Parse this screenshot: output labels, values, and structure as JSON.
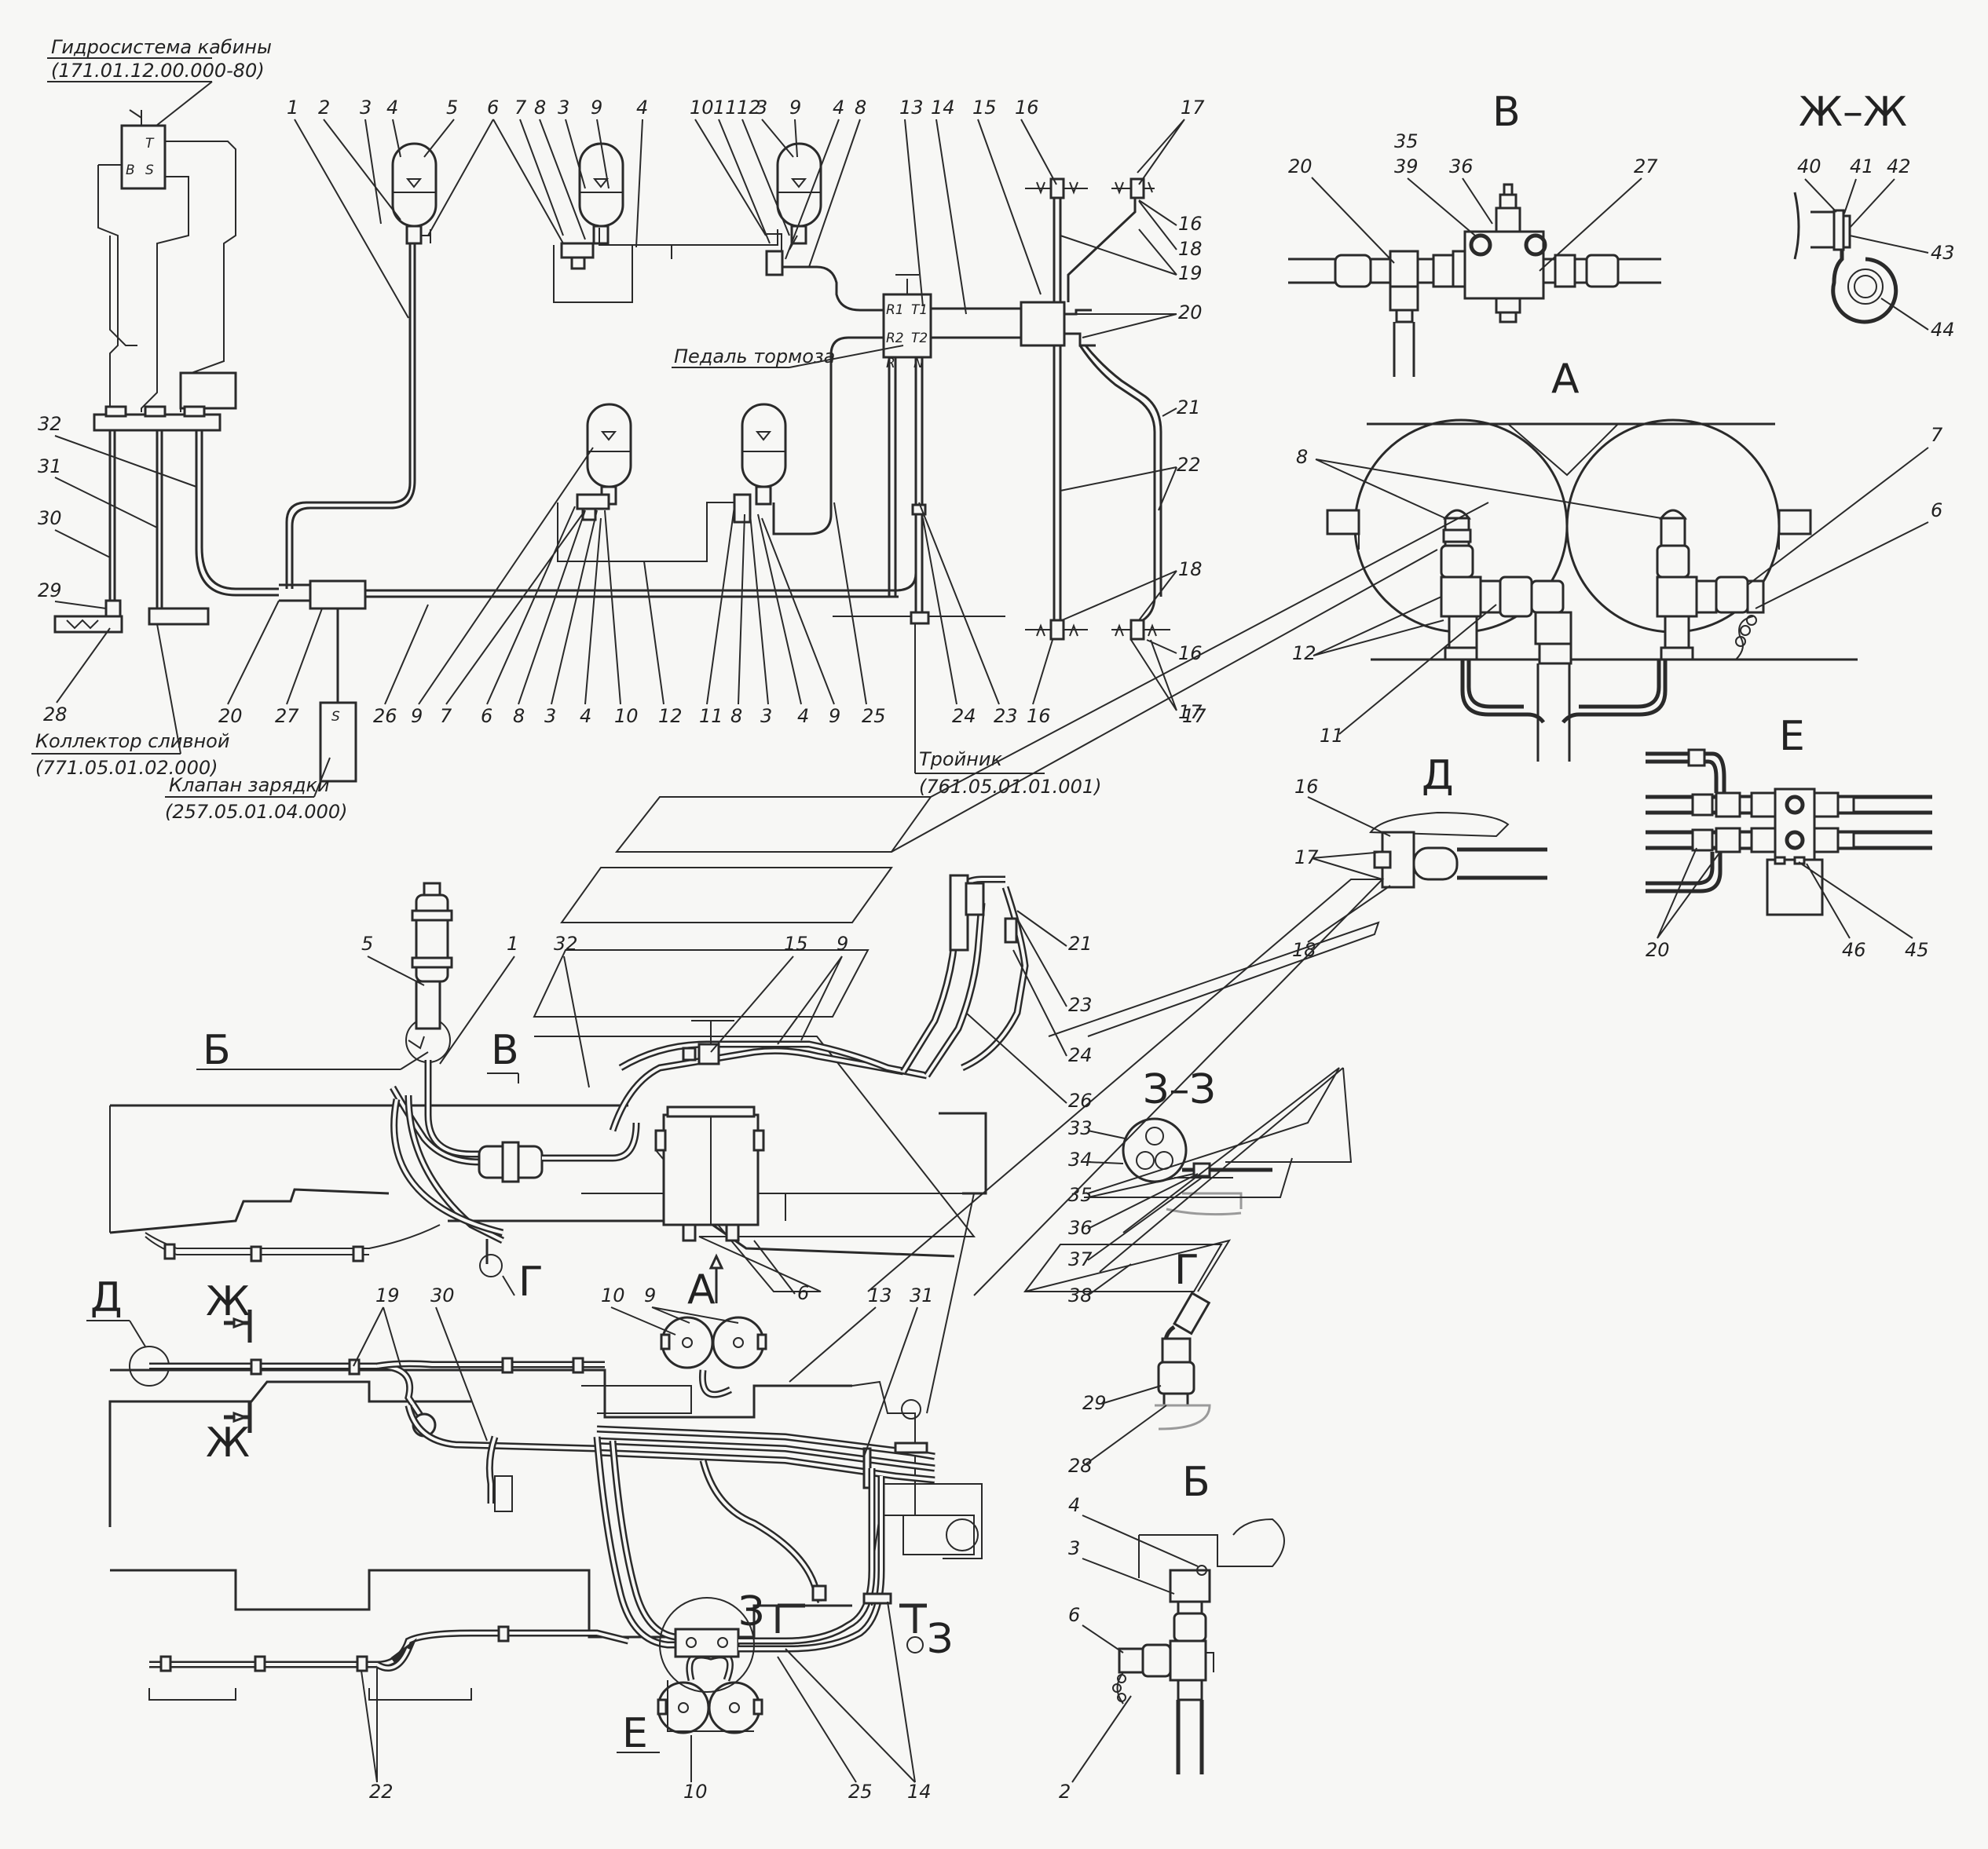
{
  "labels": {
    "cab_hydraulics": "Гидросистема кабины",
    "cab_hydraulics_code": "(171.01.12.00.000-80)",
    "brake_pedal": "Педаль тормоза",
    "drain_collector": "Коллектор сливной",
    "drain_collector_code": "(771.05.01.02.000)",
    "charge_valve": "Клапан зарядки",
    "charge_valve_code": "(257.05.01.04.000)",
    "tee": "Тройник",
    "tee_code": "(761.05.01.01.001)"
  },
  "ports": {
    "t": "T",
    "b": "B",
    "s": "S",
    "r1": "R1",
    "r2": "R2",
    "t1": "T1",
    "t2": "T2",
    "r": "R",
    "n": "N",
    "valve_s": "S"
  },
  "sections": {
    "v": "В",
    "zh": "Ж–Ж",
    "a": "А",
    "e": "Е",
    "d": "Д",
    "z": "З–З",
    "g": "Г",
    "b": "Б",
    "v_view": "В",
    "b_view": "Б",
    "g_view": "Г",
    "a_view": "А",
    "d_mark": "Д",
    "zh_top": "Ж",
    "zh_bot": "Ж",
    "e_view": "Е",
    "z_left": "З",
    "z_right": "З"
  },
  "callouts": {
    "s1": [
      "1",
      "2",
      "3",
      "4",
      "5",
      "6",
      "7",
      "8",
      "3",
      "9",
      "4",
      "10",
      "11",
      "12",
      "3",
      "9",
      "4",
      "8",
      "13",
      "14",
      "15",
      "16",
      "17"
    ],
    "s1_right": [
      "16",
      "18",
      "19",
      "20",
      "21",
      "22",
      "18",
      "16",
      "17"
    ],
    "s1_left": [
      "32",
      "31",
      "30",
      "29",
      "28"
    ],
    "s1_bottom": [
      "20",
      "27",
      "26",
      "9",
      "7",
      "6",
      "8",
      "3",
      "4",
      "10",
      "12",
      "11",
      "8",
      "3",
      "4",
      "9",
      "25",
      "24",
      "23",
      "16",
      "17"
    ],
    "v_detail": [
      "20",
      "35",
      "39",
      "36",
      "27"
    ],
    "zh_detail": [
      "40",
      "41",
      "42",
      "43",
      "44"
    ],
    "a_detail": [
      "8",
      "7",
      "6",
      "12",
      "11"
    ],
    "e_detail": [
      "20",
      "46",
      "45"
    ],
    "d_detail": [
      "16",
      "17",
      "18"
    ],
    "z_detail": [
      "33",
      "34",
      "35",
      "36",
      "37",
      "38"
    ],
    "g_detail": [
      "29",
      "28"
    ],
    "b_detail": [
      "4",
      "3",
      "6",
      "2"
    ],
    "plan": [
      "5",
      "1",
      "32",
      "15",
      "9",
      "21",
      "23",
      "24",
      "26",
      "6",
      "10",
      "9",
      "13",
      "31",
      "19",
      "30",
      "22",
      "10",
      "25",
      "14"
    ]
  }
}
